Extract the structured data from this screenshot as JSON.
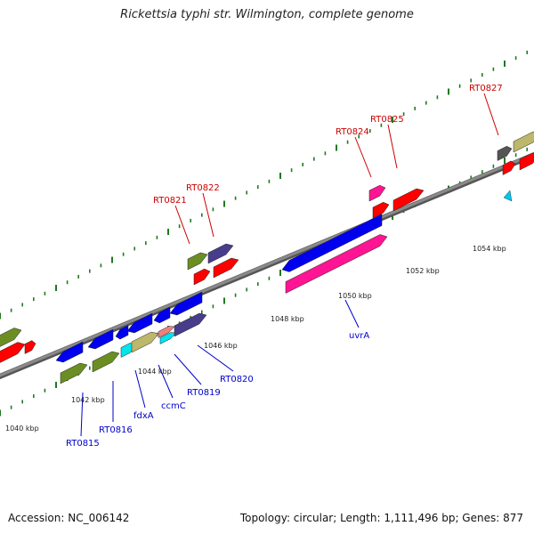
{
  "title": "Rickettsia typhi str. Wilmington, complete genome",
  "footer": {
    "accession": "Accession: NC_006142",
    "summary": "Topology: circular; Length: 1,111,496 bp; Genes: 877"
  },
  "colors": {
    "backbone": "#8a8a8a",
    "tick": "#1f7a1f",
    "label_top": "#cc0000",
    "label_bottom": "#0000cc"
  },
  "scale_labels": [
    "1040 kbp",
    "1042 kbp",
    "1044 kbp",
    "1046 kbp",
    "1048 kbp",
    "1050 kbp",
    "1052 kbp",
    "1054 kbp"
  ],
  "gene_labels_top": [
    "RT0821",
    "RT0822",
    "RT0824",
    "RT0825",
    "RT0827"
  ],
  "gene_labels_bottom": [
    "RT0815",
    "RT0816",
    "fdxA",
    "ccmC",
    "RT0819",
    "RT0820",
    "uvrA"
  ],
  "feature_colors": {
    "cds_forward": "#ff0000",
    "cds_reverse": "#0000ee",
    "olive": "#6b8e23",
    "purple": "#483d8b",
    "magenta": "#ff1493",
    "khaki": "#bdb76b",
    "cyan": "#00e5ee",
    "salmon": "#f08080",
    "grey": "#555555"
  }
}
